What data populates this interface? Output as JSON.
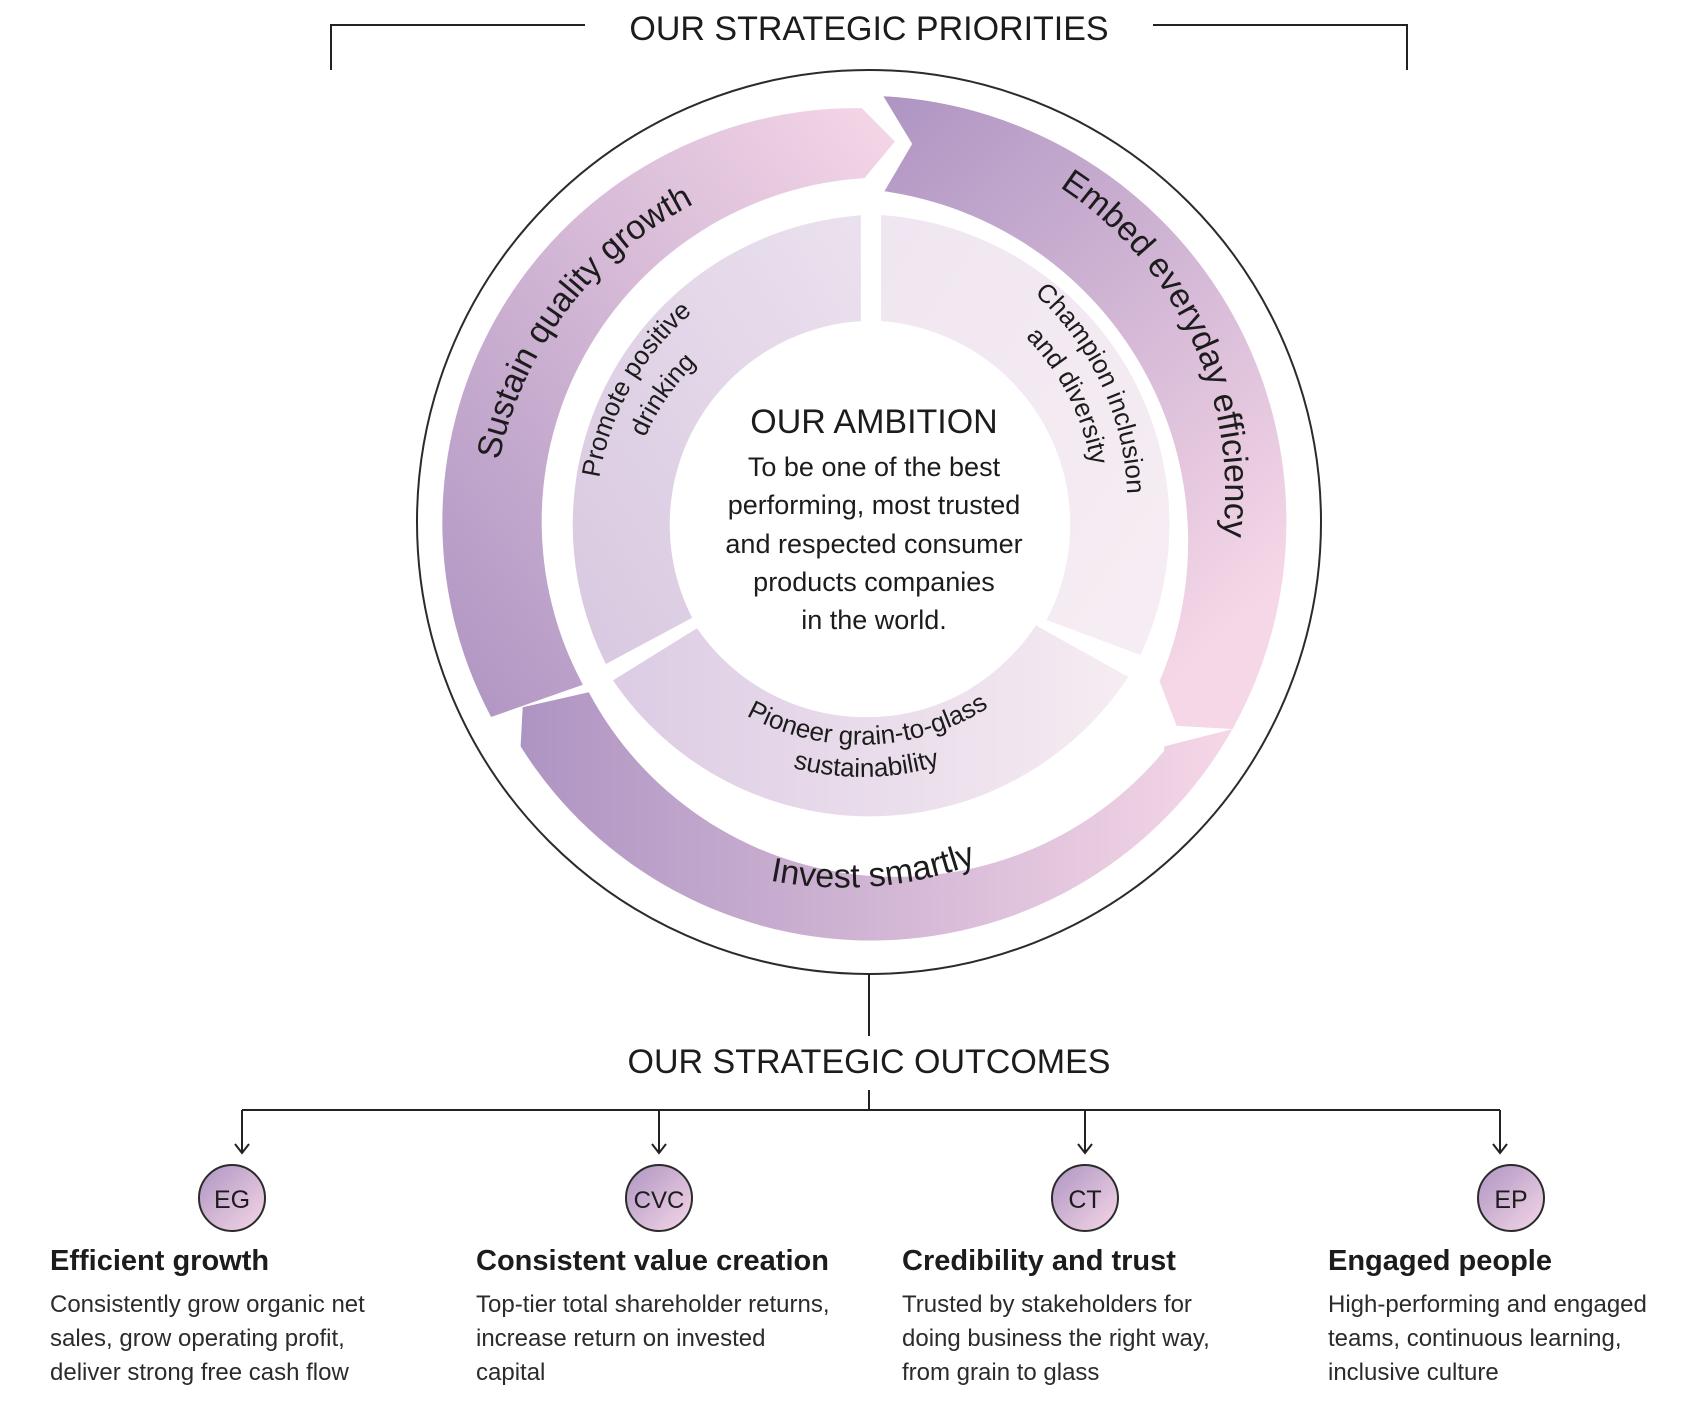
{
  "header": {
    "title": "OUR STRATEGIC PRIORITIES"
  },
  "priorities": {
    "sustain": "Sustain quality growth",
    "embed": "Embed everyday efficiency",
    "invest": "Invest smartly"
  },
  "ambitions_ring": {
    "promote_line1": "Promote positive",
    "promote_line2": "drinking",
    "champion_line1": "Champion inclusion",
    "champion_line2": "and diversity",
    "pioneer_line1": "Pioneer grain-to-glass",
    "pioneer_line2": "sustainability"
  },
  "ambition": {
    "title": "OUR AMBITION",
    "lines": [
      "To be one of the best",
      "performing, most trusted",
      "and respected consumer",
      "products companies",
      "in the world."
    ]
  },
  "outcomes_section": {
    "title": "OUR STRATEGIC OUTCOMES"
  },
  "outcomes": [
    {
      "code": "EG",
      "title": "Efficient growth",
      "desc": [
        "Consistently grow organic net",
        "sales, grow operating profit,",
        "deliver strong free cash flow"
      ]
    },
    {
      "code": "CVC",
      "title": "Consistent value creation",
      "desc": [
        "Top-tier total shareholder returns,",
        "increase return on invested",
        "capital"
      ]
    },
    {
      "code": "CT",
      "title": "Credibility and trust",
      "desc": [
        "Trusted by stakeholders for",
        "doing business the right way,",
        "from grain to glass"
      ]
    },
    {
      "code": "EP",
      "title": "Engaged people",
      "desc": [
        "High-performing and engaged",
        "teams, continuous learning,",
        "inclusive culture"
      ]
    }
  ],
  "colors": {
    "purple": "#ad94c2",
    "pink": "#f5d8e8",
    "inner_purple": "#dccde3",
    "inner_pink": "#f6e9f0",
    "line": "#222222"
  }
}
